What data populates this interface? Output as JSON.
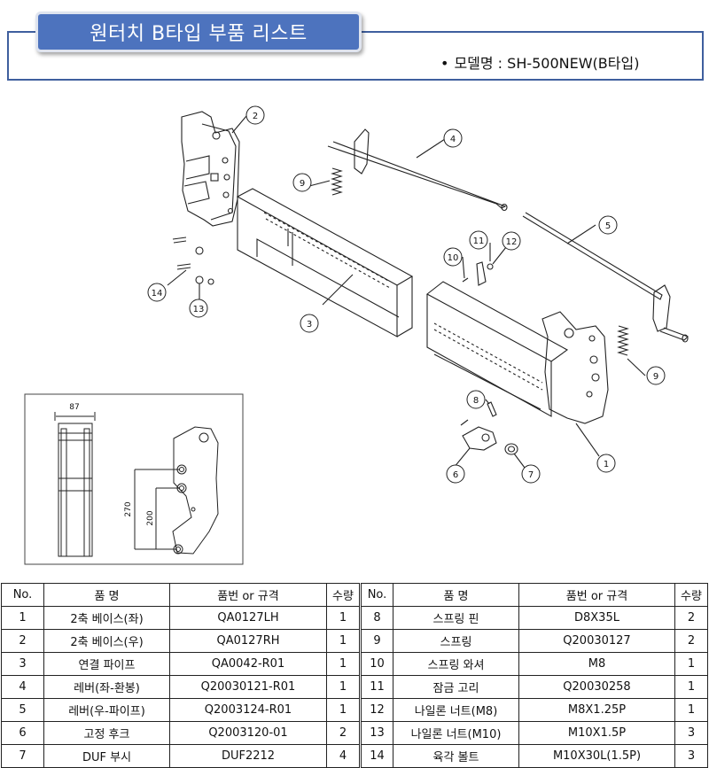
{
  "header": {
    "title": "원터치 B타입 부품 리스트",
    "model_label": "모델명 : SH-500NEW(B타입)"
  },
  "inset": {
    "dim_width": "87",
    "dim_270": "270",
    "dim_200": "200"
  },
  "callouts": [
    "1",
    "2",
    "3",
    "4",
    "5",
    "6",
    "7",
    "8",
    "9",
    "9",
    "10",
    "11",
    "12",
    "13",
    "14"
  ],
  "table": {
    "headers": {
      "no": "No.",
      "name": "품   명",
      "spec": "품번 or 규격",
      "qty": "수량"
    },
    "left_rows": [
      {
        "no": "1",
        "name": "2축 베이스(좌)",
        "spec": "QA0127LH",
        "qty": "1"
      },
      {
        "no": "2",
        "name": "2축 베이스(우)",
        "spec": "QA0127RH",
        "qty": "1"
      },
      {
        "no": "3",
        "name": "연결 파이프",
        "spec": "QA0042-R01",
        "qty": "1"
      },
      {
        "no": "4",
        "name": "레버(좌-환봉)",
        "spec": "Q20030121-R01",
        "qty": "1"
      },
      {
        "no": "5",
        "name": "레버(우-파이프)",
        "spec": "Q2003124-R01",
        "qty": "1"
      },
      {
        "no": "6",
        "name": "고정 후크",
        "spec": "Q2003120-01",
        "qty": "2"
      },
      {
        "no": "7",
        "name": "DUF 부시",
        "spec": "DUF2212",
        "qty": "4"
      }
    ],
    "right_rows": [
      {
        "no": "8",
        "name": "스프링 핀",
        "spec": "D8X35L",
        "qty": "2"
      },
      {
        "no": "9",
        "name": "스프링",
        "spec": "Q20030127",
        "qty": "2"
      },
      {
        "no": "10",
        "name": "스프링 와셔",
        "spec": "M8",
        "qty": "1"
      },
      {
        "no": "11",
        "name": "잠금 고리",
        "spec": "Q20030258",
        "qty": "1"
      },
      {
        "no": "12",
        "name": "나일론 너트(M8)",
        "spec": "M8X1.25P",
        "qty": "1"
      },
      {
        "no": "13",
        "name": "나일론 너트(M10)",
        "spec": "M10X1.5P",
        "qty": "3"
      },
      {
        "no": "14",
        "name": "육각 볼트",
        "spec": "M10X30L(1.5P)",
        "qty": "3"
      }
    ]
  }
}
